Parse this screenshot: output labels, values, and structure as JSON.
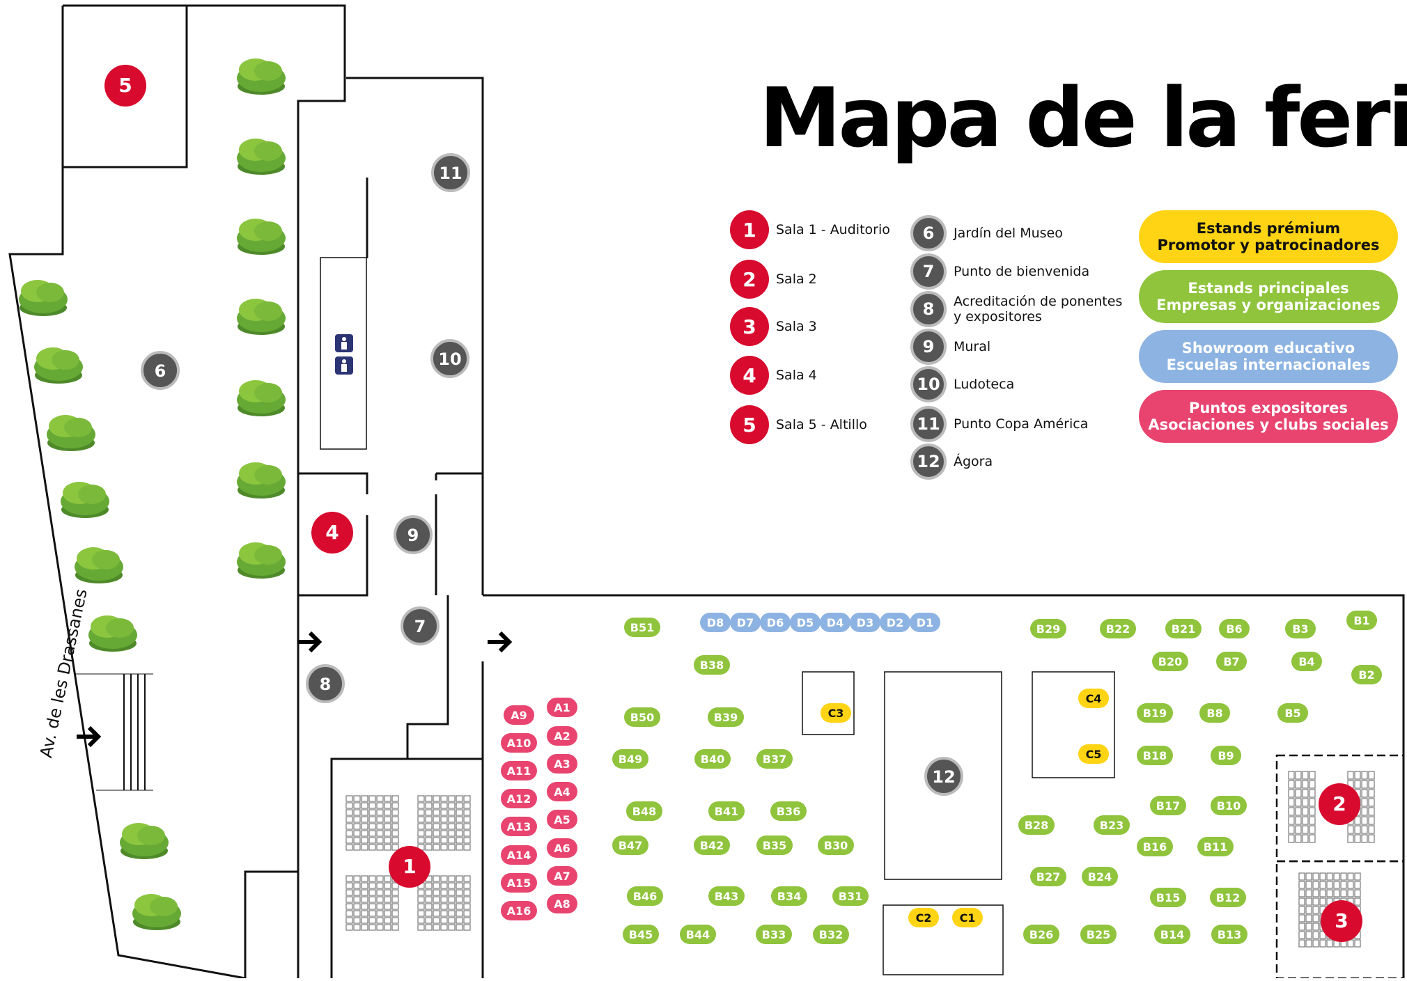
{
  "title": "Mapa de la feria",
  "street": "Av. de les Drassanes",
  "colors": {
    "red": "#d80b2e",
    "gray": "#555555",
    "yellow": "#ffd414",
    "green": "#8fc43c",
    "blue": "#8db3e2",
    "pink": "#e8446f"
  },
  "legend_rooms": [
    {
      "n": "1",
      "label": "Sala 1 - Auditorio"
    },
    {
      "n": "2",
      "label": "Sala 2"
    },
    {
      "n": "3",
      "label": "Sala 3"
    },
    {
      "n": "4",
      "label": "Sala 4"
    },
    {
      "n": "5",
      "label": "Sala 5 - Altillo"
    }
  ],
  "legend_points": [
    {
      "n": "6",
      "label": "Jardín del Museo"
    },
    {
      "n": "7",
      "label": "Punto de bienvenida"
    },
    {
      "n": "8",
      "label": "Acreditación de ponentes y expositores"
    },
    {
      "n": "9",
      "label": "Mural"
    },
    {
      "n": "10",
      "label": "Ludoteca"
    },
    {
      "n": "11",
      "label": "Punto Copa América"
    },
    {
      "n": "12",
      "label": "Ágora"
    }
  ],
  "categories": [
    {
      "line1": "Estands prémium",
      "line2": "Promotor y patrocinadores",
      "color": "yellow"
    },
    {
      "line1": "Estands principales",
      "line2": "Empresas y organizaciones",
      "color": "green"
    },
    {
      "line1": "Showroom educativo",
      "line2": "Escuelas internacionales",
      "color": "blue"
    },
    {
      "line1": "Puntos expositores",
      "line2": "Asociaciones y clubs sociales",
      "color": "pink"
    }
  ],
  "map_rooms": [
    "5",
    "4",
    "1",
    "2",
    "3"
  ],
  "map_points": [
    "11",
    "6",
    "10",
    "9",
    "7",
    "8",
    "12"
  ],
  "stands_a": [
    "A1",
    "A2",
    "A3",
    "A4",
    "A5",
    "A6",
    "A7",
    "A8",
    "A9",
    "A10",
    "A11",
    "A12",
    "A13",
    "A14",
    "A15",
    "A16"
  ],
  "stands_d": [
    "D8",
    "D7",
    "D6",
    "D5",
    "D4",
    "D3",
    "D2",
    "D1"
  ],
  "stands_b": [
    "B1",
    "B2",
    "B3",
    "B4",
    "B5",
    "B6",
    "B7",
    "B8",
    "B9",
    "B10",
    "B11",
    "B12",
    "B13",
    "B14",
    "B15",
    "B16",
    "B17",
    "B18",
    "B19",
    "B20",
    "B21",
    "B22",
    "B23",
    "B24",
    "B25",
    "B26",
    "B27",
    "B28",
    "B29",
    "B30",
    "B31",
    "B32",
    "B33",
    "B34",
    "B35",
    "B36",
    "B37",
    "B38",
    "B39",
    "B40",
    "B41",
    "B42",
    "B43",
    "B44",
    "B45",
    "B46",
    "B47",
    "B48",
    "B49",
    "B50",
    "B51"
  ],
  "stands_c": [
    "C1",
    "C2",
    "C3",
    "C4",
    "C5"
  ]
}
